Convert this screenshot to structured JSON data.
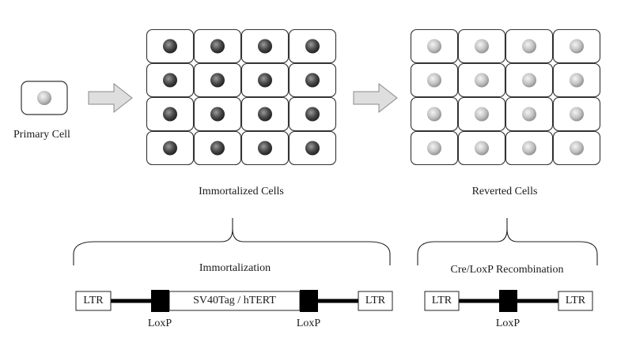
{
  "labels": {
    "primary_cell": "Primary Cell",
    "immortalized_cells": "Immortalized Cells",
    "reverted_cells": "Reverted Cells",
    "immortalization": "Immortalization",
    "recombination": "Cre/LoxP Recombination"
  },
  "construct_immortalization": {
    "ltr_left": "LTR",
    "insert": "SV40Tag / hTERT",
    "ltr_right": "LTR",
    "loxp_left": "LoxP",
    "loxp_right": "LoxP"
  },
  "construct_reverted": {
    "ltr_left": "LTR",
    "ltr_right": "LTR",
    "loxp": "LoxP"
  },
  "grids": {
    "rows": 4,
    "cols": 4,
    "immortalized_nucleus": "dark",
    "reverted_nucleus": "light"
  },
  "colors": {
    "dark_nucleus": "#3a3a3a",
    "light_nucleus": "#b5b5b5",
    "arrow_fill": "#dedede",
    "loxp_block": "#000000"
  }
}
